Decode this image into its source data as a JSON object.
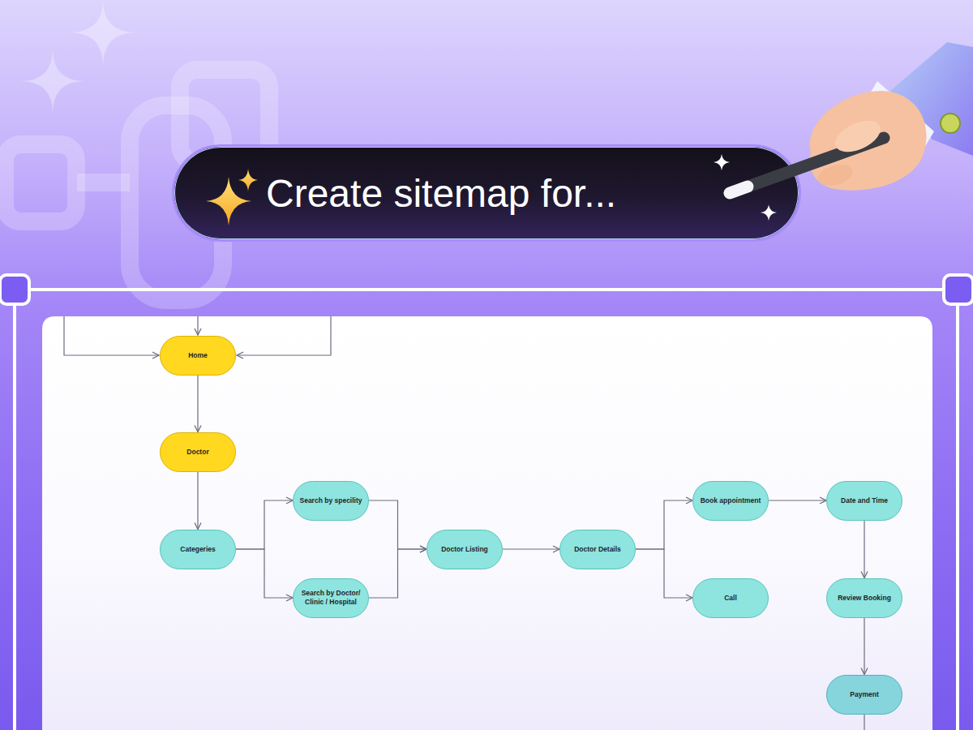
{
  "diagram": {
    "nodes": [
      {
        "text": [
          "Create sitemap for..."
        ]
      },
      {
        "text": [
          "Home"
        ]
      },
      {
        "text": [
          "Doctor"
        ]
      },
      {
        "text": [
          "Categeries"
        ]
      },
      {
        "text": [
          "Search by specility"
        ]
      },
      {
        "text": [
          "Search by Doctor/ Clinic / Hospital"
        ]
      },
      {
        "text": [
          "Doctor Listing"
        ]
      },
      {
        "text": [
          "Doctor Details"
        ]
      },
      {
        "text": [
          "Book appointment"
        ]
      },
      {
        "text": [
          "Call"
        ]
      },
      {
        "text": [
          "Date and Time"
        ]
      },
      {
        "text": [
          "Review Booking"
        ]
      },
      {
        "text": [
          "Payment"
        ]
      }
    ],
    "edges": [
      {
        "from": 1,
        "to": 2,
        "arrow": "to"
      },
      {
        "from": 2,
        "to": 3,
        "arrow": "to"
      },
      {
        "from": 3,
        "to": 4,
        "arrow": "to"
      },
      {
        "from": 3,
        "to": 5,
        "arrow": "to"
      },
      {
        "from": 4,
        "to": 6,
        "arrow": "to"
      },
      {
        "from": 5,
        "to": 6,
        "arrow": "to"
      },
      {
        "from": 6,
        "to": 7,
        "arrow": "to"
      },
      {
        "from": 7,
        "to": 8,
        "arrow": "to"
      },
      {
        "from": 7,
        "to": 9,
        "arrow": "to"
      },
      {
        "from": 8,
        "to": 10,
        "arrow": "to"
      },
      {
        "from": 10,
        "to": 11,
        "arrow": "to"
      },
      {
        "from": 11,
        "to": 12,
        "arrow": "to"
      }
    ]
  }
}
